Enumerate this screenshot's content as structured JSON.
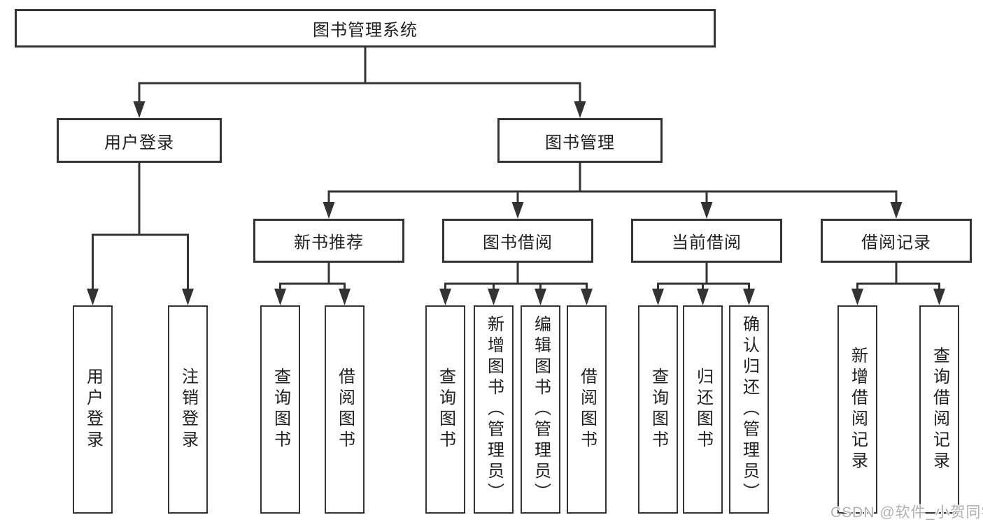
{
  "diagram": {
    "root": {
      "label": "图书管理系统"
    },
    "level2": [
      {
        "label": "用户登录"
      },
      {
        "label": "图书管理"
      }
    ],
    "level3": [
      {
        "label": "新书推荐"
      },
      {
        "label": "图书借阅"
      },
      {
        "label": "当前借阅"
      },
      {
        "label": "借阅记录"
      }
    ],
    "leaves": {
      "user_login": [
        "用户登录",
        "注销登录"
      ],
      "new_book": [
        "查询图书",
        "借阅图书"
      ],
      "book_borrow": [
        "查询图书",
        "新增图书（管理员）",
        "编辑图书（管理员）",
        "借阅图书"
      ],
      "current_borrow": [
        "查询图书",
        "归还图书",
        "确认归还（管理员）"
      ],
      "borrow_records": [
        "新增借阅记录",
        "查询借阅记录"
      ]
    }
  },
  "watermark": "CSDN @软件_小贺同学",
  "colors": {
    "line": "#333333",
    "text": "#1f1f1f",
    "watermark": "#b0b0b0",
    "background": "#ffffff"
  }
}
